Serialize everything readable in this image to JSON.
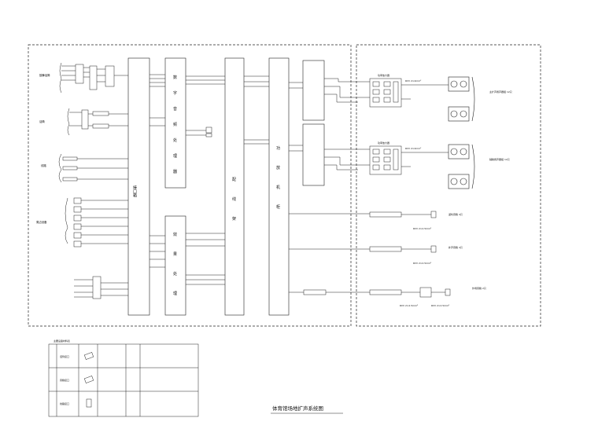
{
  "diagram": {
    "title": "体育馆场地扩声系统图",
    "source_groups": [
      "鼓舞话筒",
      "话筒",
      "线路",
      "周边设备"
    ],
    "v_blocks": {
      "b1": "接口箱",
      "b2": [
        "数",
        "字",
        "音",
        "频",
        "处",
        "理",
        "器"
      ],
      "b3": [
        "配",
        "线",
        "架"
      ],
      "b4": [
        "功",
        "放",
        "机",
        "柜"
      ],
      "b5": [
        "效",
        "果",
        "处",
        "理"
      ]
    },
    "amps": [
      "功率放大器",
      "功率放大器"
    ],
    "cables": [
      "RVV 2×4mm²",
      "RVV 2×4mm²",
      "RVV 2×2.5mm²",
      "RVV 2×2.5mm²",
      "RVV 2×2.5mm²",
      "RVV 2×2.5mm²"
    ],
    "speaker_groups": [
      "主扩声扬声器组 12只",
      "辅助扬声器组 12只",
      "返听音箱 4只",
      "补声音箱 4只",
      "外场音箱 2只"
    ],
    "legend": {
      "title": "主要设备材料表",
      "rows": [
        "话筒接口",
        "音箱接口",
        "线路接口"
      ]
    }
  }
}
